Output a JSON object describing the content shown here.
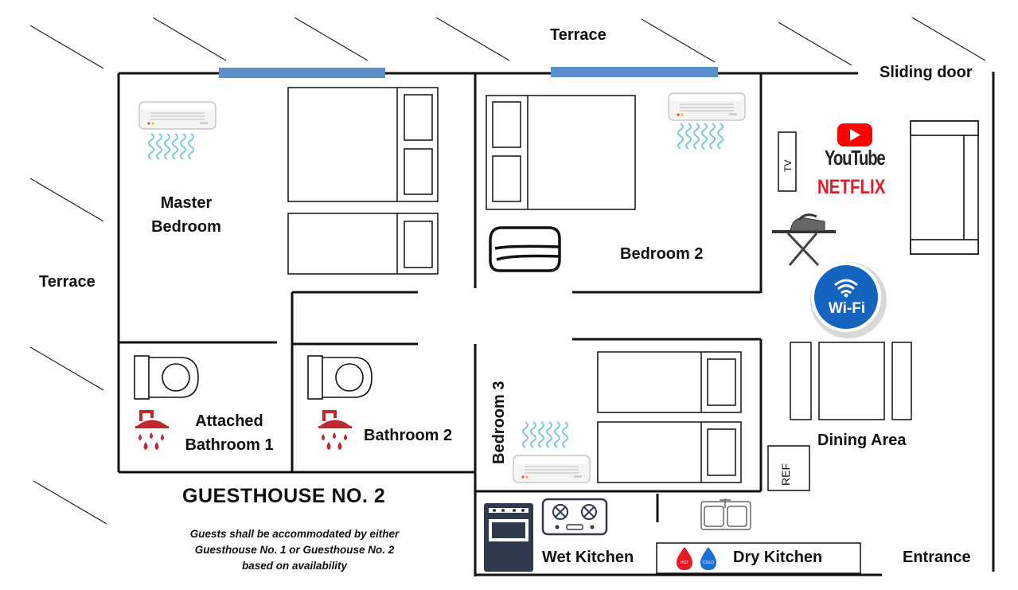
{
  "labels": {
    "terrace_top": "Terrace",
    "terrace_left": "Terrace",
    "sliding_door": "Sliding door",
    "master_bedroom": "Master Bedroom",
    "bedroom_2": "Bedroom 2",
    "bedroom_3": "Bedroom 3",
    "attached_bathroom_1": "Attached Bathroom 1",
    "bathroom_2": "Bathroom 2",
    "dining_area": "Dining Area",
    "wet_kitchen": "Wet Kitchen",
    "dry_kitchen": "Dry Kitchen",
    "entrance": "Entrance",
    "tv": "TV",
    "ref": "REF",
    "hot": "HOT",
    "cold": "COLD"
  },
  "title": "GUESTHOUSE NO. 2",
  "note_lines": [
    "Guests shall be accommodated by either",
    "Guesthouse No. 1 or Guesthouse No. 2",
    "based on availability"
  ],
  "amenities": {
    "youtube": "YouTube",
    "netflix": "NETFLIX",
    "wifi": "Wi-Fi"
  },
  "colors": {
    "window": "#5b8fcc",
    "youtube_red": "#ff0000",
    "netflix_red": "#d9202a",
    "wifi_blue": "#1565c0",
    "shower_red": "#c0282f",
    "hot_red": "#e41b24",
    "cold_blue": "#1b6fd1",
    "stove_navy": "#2e3a4c",
    "ac_blue": "#7fc8dc"
  }
}
